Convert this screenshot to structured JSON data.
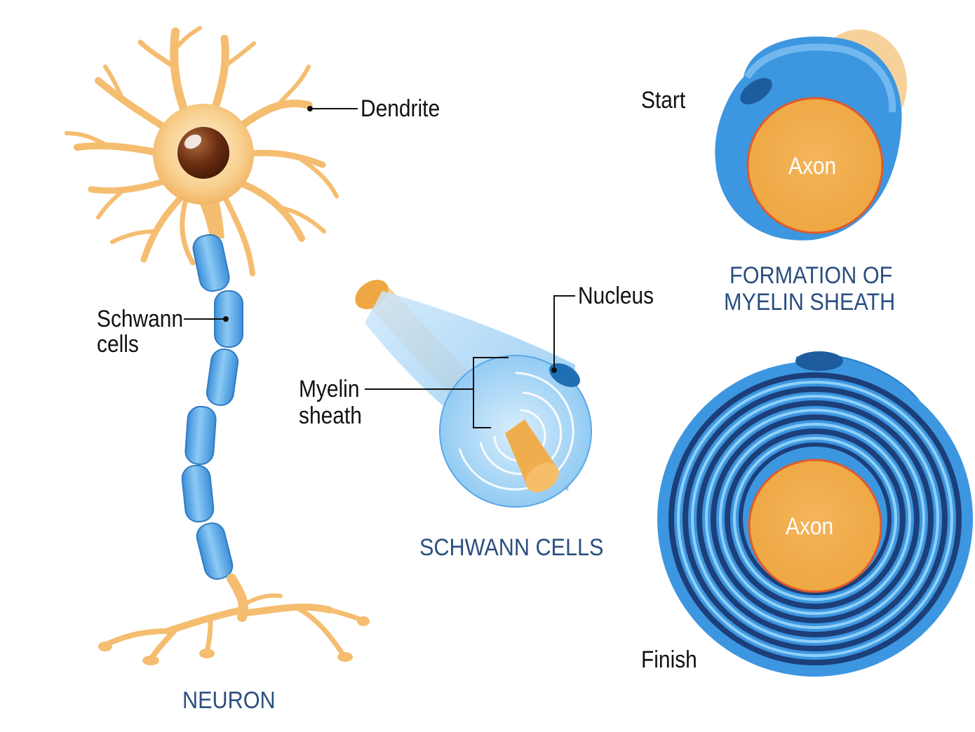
{
  "labels": {
    "dendrite": "Dendrite",
    "schwann_line1": "Schwann",
    "schwann_line2": "cells",
    "myelin_line1": "Myelin",
    "myelin_line2": "sheath",
    "nucleus": "Nucleus",
    "start": "Start",
    "finish": "Finish",
    "axon_top": "Axon",
    "axon_bottom": "Axon"
  },
  "captions": {
    "neuron": "NEURON",
    "schwann_cells": "SCHWANN CELLS",
    "formation_line1": "FORMATION OF",
    "formation_line2": "MYELIN SHEATH"
  },
  "colors": {
    "dendrite_orange": "#f5b96a",
    "axon_orange": "#f0ad4e",
    "myelin_blue": "#4aa3e8",
    "nucleus_brown": "#6b2f12",
    "caption_blue": "#2b4f7e"
  }
}
